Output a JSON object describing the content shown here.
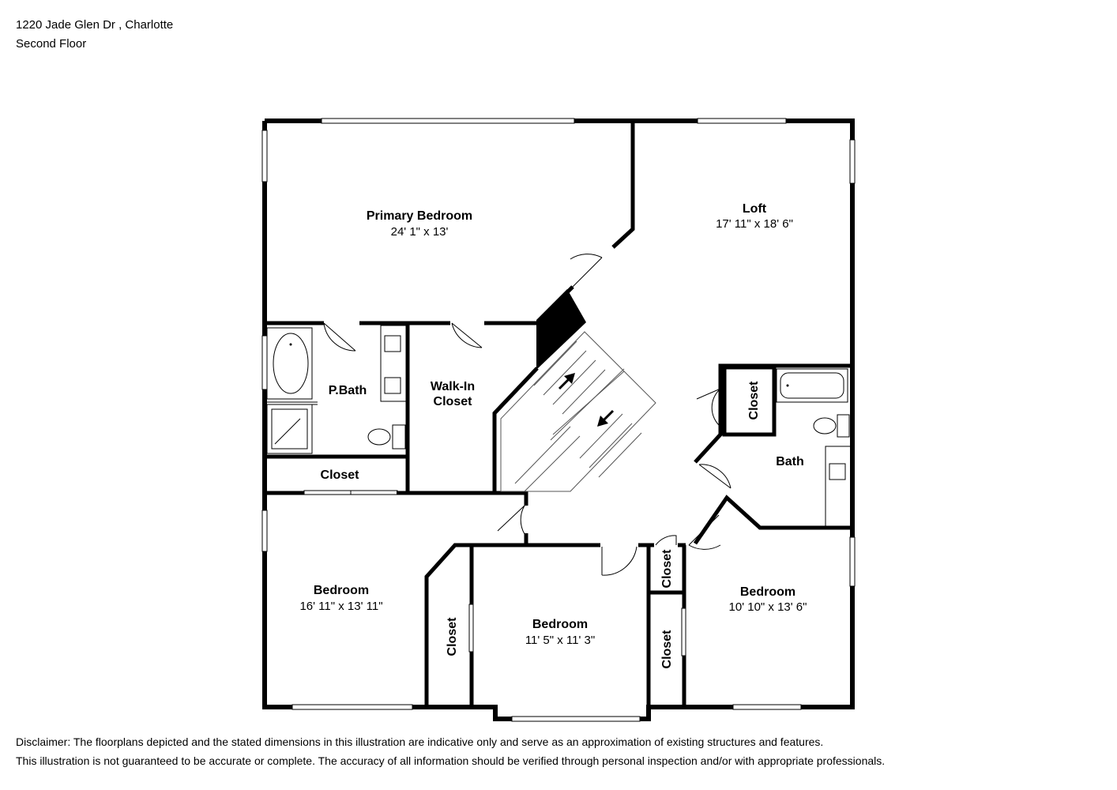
{
  "header": {
    "address": "1220 Jade Glen Dr , Charlotte",
    "floor": "Second Floor"
  },
  "rooms": {
    "primary_bedroom": {
      "name": "Primary Bedroom",
      "dims": "24' 1\" x 13'"
    },
    "loft": {
      "name": "Loft",
      "dims": "17' 11\" x 18' 6\""
    },
    "p_bath": {
      "name": "P.Bath"
    },
    "walk_in_closet": {
      "name_line1": "Walk-In",
      "name_line2": "Closet"
    },
    "closet_hall": {
      "name": "Closet"
    },
    "closet_bath": {
      "name": "Closet"
    },
    "bath": {
      "name": "Bath"
    },
    "bedroom_left": {
      "name": "Bedroom",
      "dims": "16' 11\" x 13' 11\""
    },
    "bedroom_middle": {
      "name": "Bedroom",
      "dims": "11' 5\" x 11' 3\""
    },
    "bedroom_right": {
      "name": "Bedroom",
      "dims": "10' 10\" x 13' 6\""
    },
    "closet_middle": {
      "name": "Closet"
    },
    "closet_small": {
      "name": "Closet"
    },
    "closet_right": {
      "name": "Closet"
    }
  },
  "disclaimer": {
    "line1": "Disclaimer: The floorplans depicted and the stated dimensions in this illustration are indicative only and serve as an approximation of existing structures and features.",
    "line2": "This illustration is not guaranteed to be accurate or complete. The accuracy of all information should be verified through personal inspection and/or with appropriate professionals."
  },
  "colors": {
    "wall": "#000000",
    "background": "#ffffff",
    "window": "#ffffff"
  }
}
